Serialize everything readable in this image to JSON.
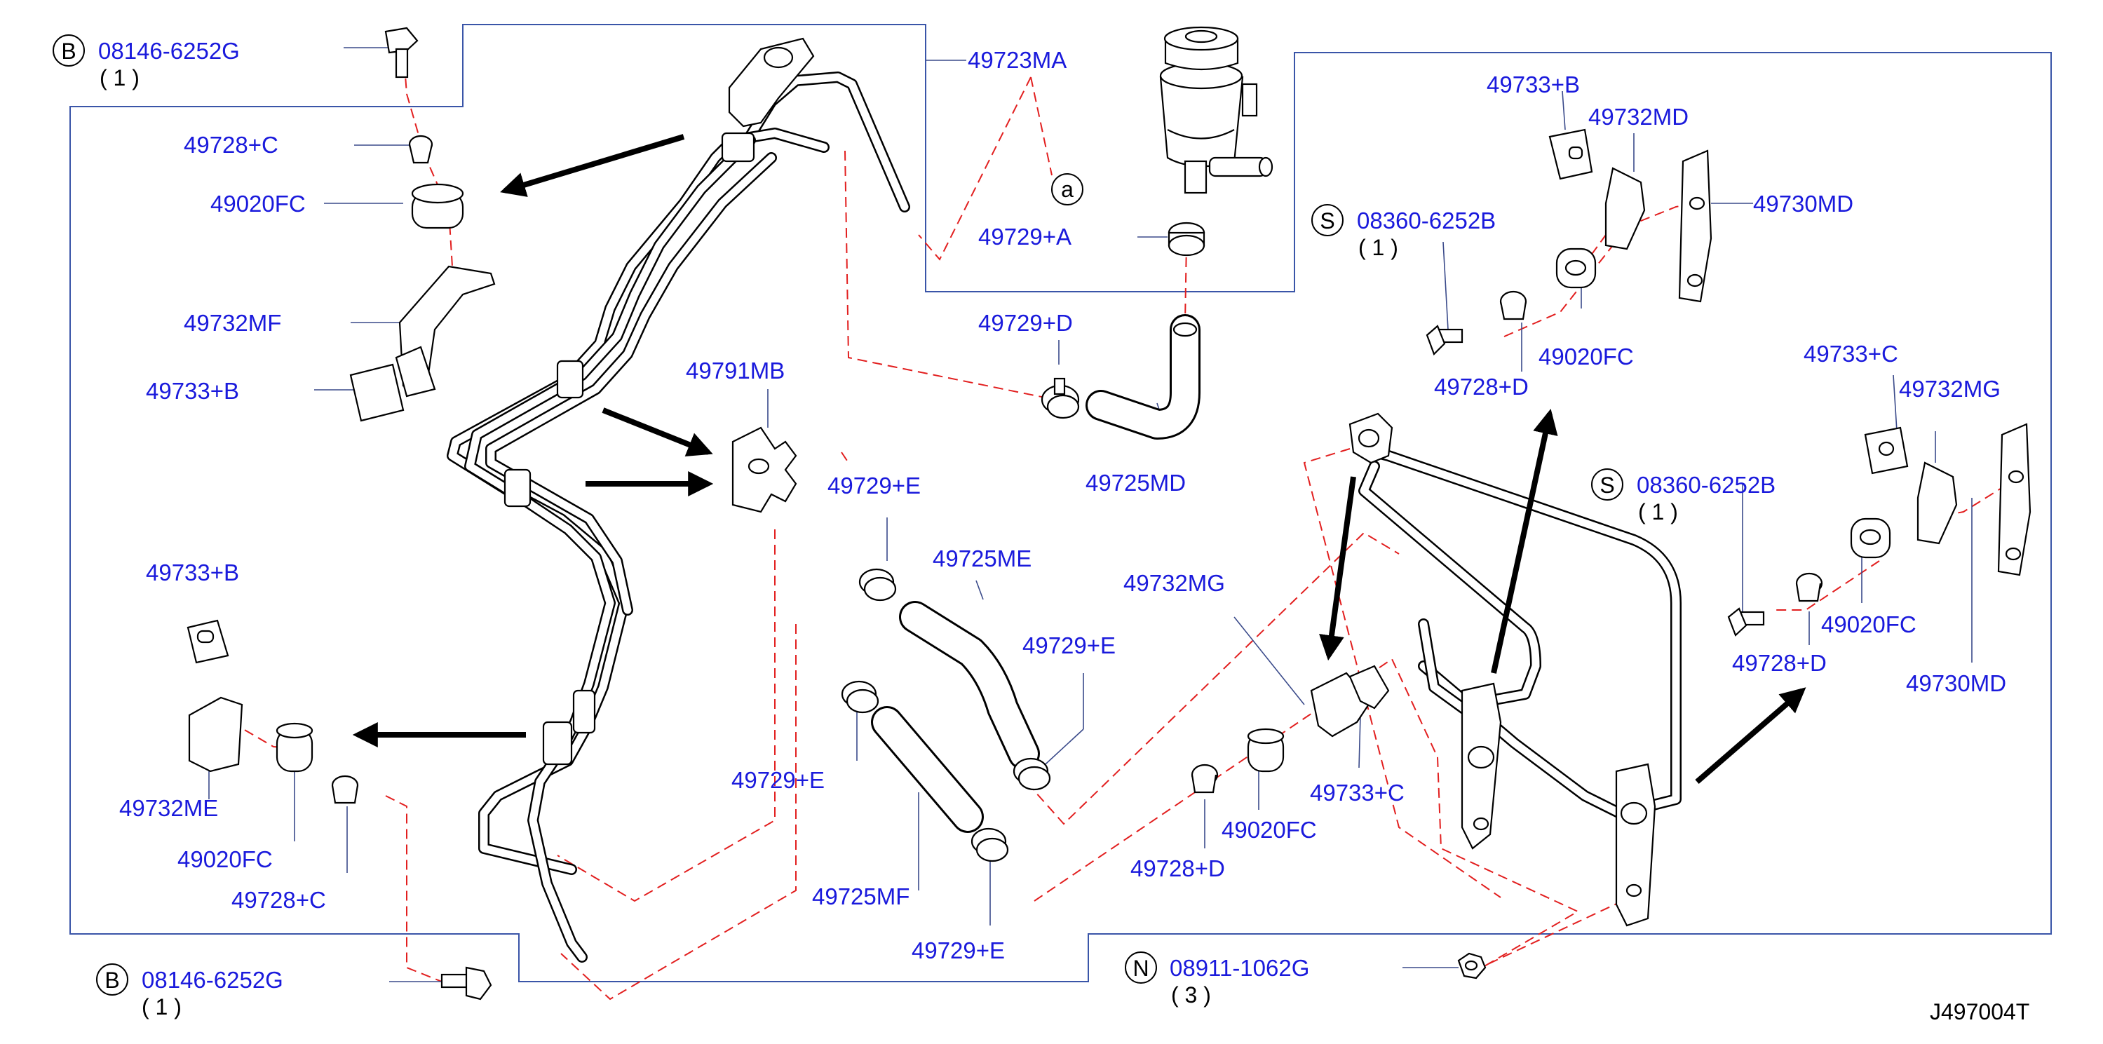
{
  "diagram": {
    "code": "J497004T",
    "colors": {
      "label": "#1a1adc",
      "leader": "#3a4a8a",
      "border": "#3a55a8",
      "dashed": "#e21f1f",
      "part_stroke": "#000000"
    },
    "bolts": [
      {
        "symbol": "B",
        "part": "08146-6252G",
        "qty": "( 1 )"
      },
      {
        "symbol": "B",
        "part": "08146-6252G",
        "qty": "( 1 )"
      },
      {
        "symbol": "S",
        "part": "08360-6252B",
        "qty": "( 1 )"
      },
      {
        "symbol": "S",
        "part": "08360-6252B",
        "qty": "( 1 )"
      },
      {
        "symbol": "N",
        "part": "08911-1062G",
        "qty": "( 3 )"
      }
    ],
    "ref_marker": "a",
    "labels": [
      "49723MA",
      "49728+C",
      "49020FC",
      "49732MF",
      "49733+B",
      "49791MB",
      "49729+A",
      "49729+D",
      "49725MD",
      "49729+E",
      "49725ME",
      "49729+E",
      "49729+E",
      "49725MF",
      "49729+E",
      "49733+B",
      "49732ME",
      "49020FC",
      "49728+C",
      "49733+B",
      "49732MD",
      "49730MD",
      "49020FC",
      "49728+D",
      "49733+C",
      "49732MG",
      "49020FC",
      "49728+D",
      "49730MD",
      "49732MG",
      "49733+C",
      "49020FC",
      "49728+D"
    ]
  }
}
